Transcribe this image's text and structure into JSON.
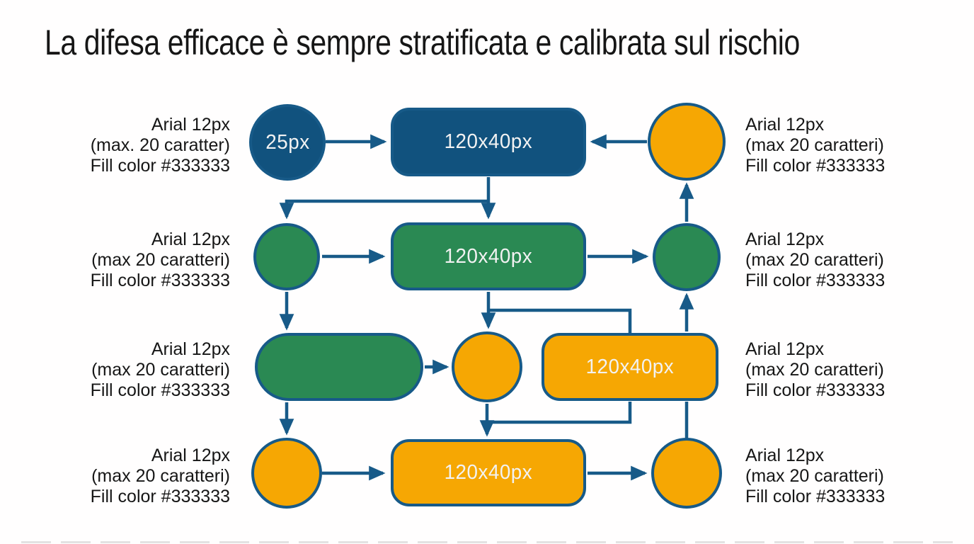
{
  "title": "La difesa efficace è sempre stratificata e calibrata sul rischio",
  "colors": {
    "blue": "#11527e",
    "green": "#2a8953",
    "orange": "#f6a703",
    "stroke": "#175a88",
    "ink": "#161616",
    "shape-label": "#f2f2f2"
  },
  "shapes": {
    "blue_circle_label": "25px",
    "blue_rect_label": "120x40px",
    "green_rect_label": "120x40px",
    "orange_rect_mid_label": "120x40px",
    "orange_rect_bottom_label": "120x40px"
  },
  "annotations": {
    "left": [
      {
        "lines": [
          "Arial 12px",
          "(max. 20 caratter)",
          "Fill color #333333"
        ]
      },
      {
        "lines": [
          "Arial 12px",
          "(max 20 caratteri)",
          "Fill color #333333"
        ]
      },
      {
        "lines": [
          "Arial 12px",
          "(max 20 caratteri)",
          "Fill color #333333"
        ]
      },
      {
        "lines": [
          "Arial 12px",
          "(max 20 caratteri)",
          "Fill color #333333"
        ]
      }
    ],
    "right": [
      {
        "lines": [
          "Arial 12px",
          "(max 20 caratteri)",
          "Fill color #333333"
        ]
      },
      {
        "lines": [
          "Arial 12px",
          "(max 20 caratteri)",
          "Fill color #333333"
        ]
      },
      {
        "lines": [
          "Arial 12px",
          "(max 20 caratteri)",
          "Fill color #333333"
        ]
      },
      {
        "lines": [
          "Arial 12px",
          "(max 20 caratteri)",
          "Fill color #333333"
        ]
      }
    ]
  }
}
